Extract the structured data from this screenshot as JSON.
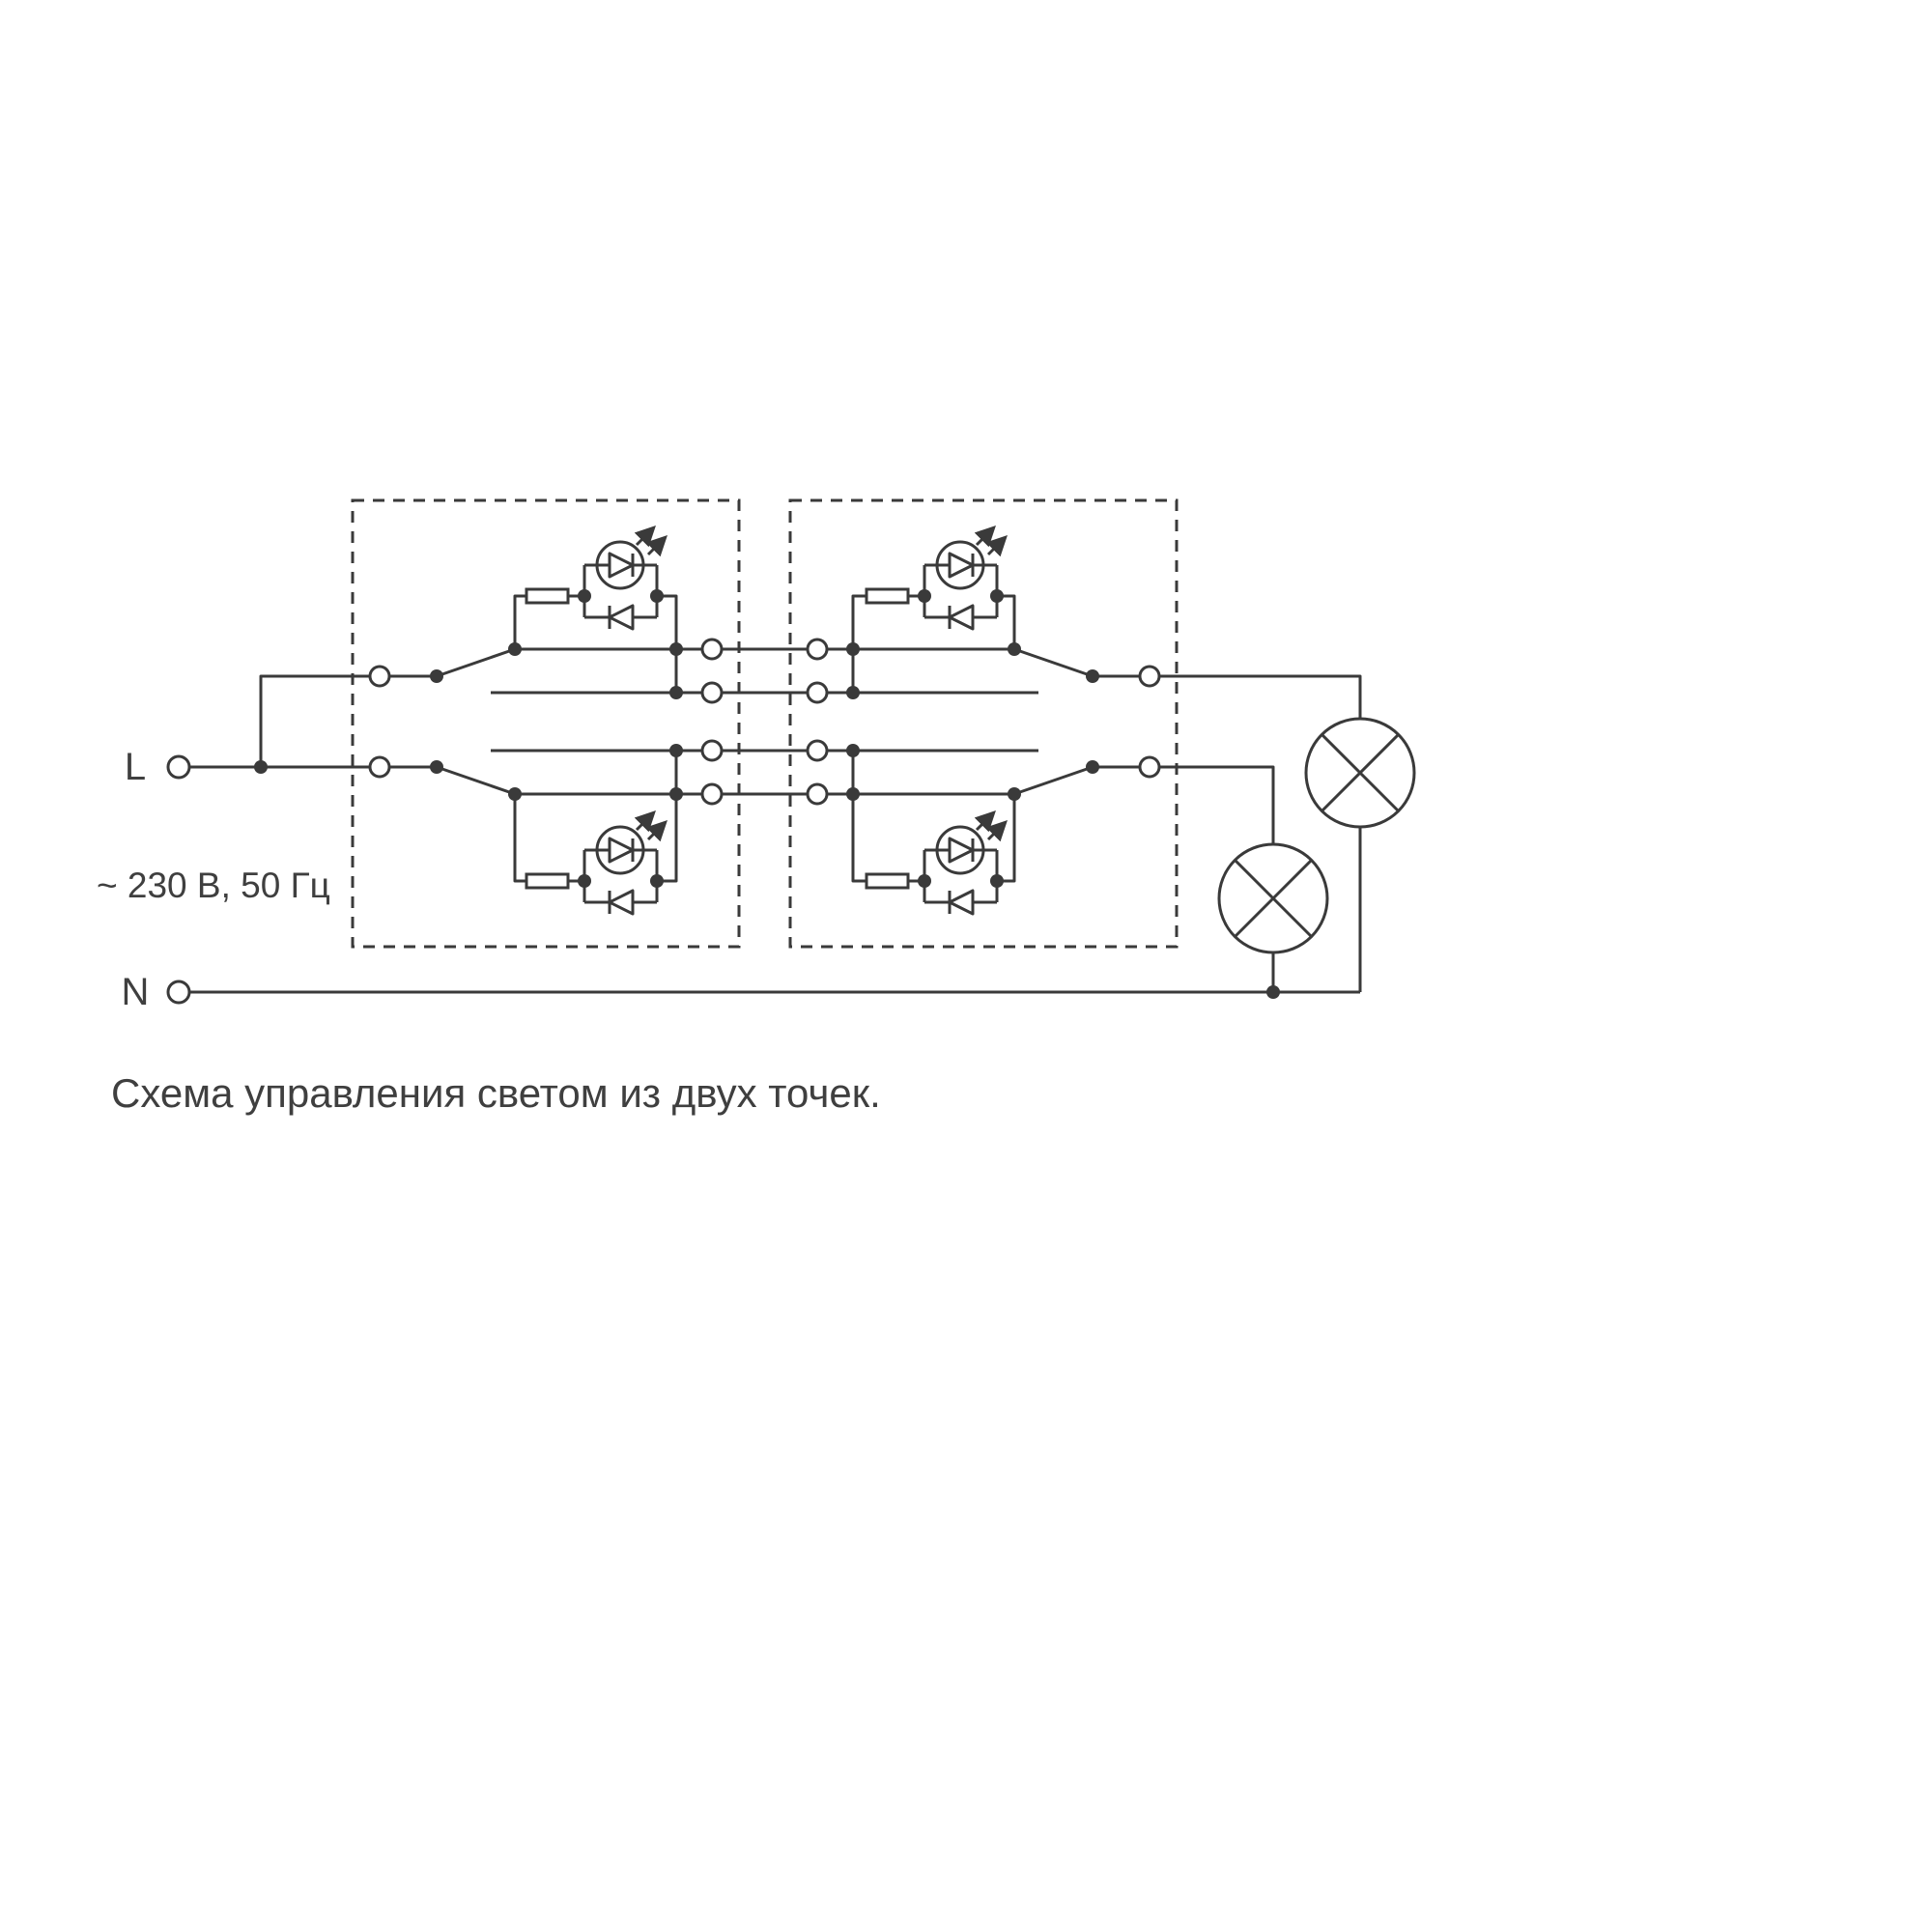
{
  "diagram": {
    "type": "wiring-schematic",
    "caption": "Схема управления светом из двух точек.",
    "labels": {
      "line": "L",
      "neutral": "N",
      "voltage": "~ 230 В, 50 Гц"
    },
    "colors": {
      "stroke": "#3a3a3a",
      "text": "#3f3f3f",
      "background": "#ffffff"
    },
    "components": {
      "switch_units": 2,
      "lamps": 2,
      "led_indicator_modules": 4,
      "supply_terminals": [
        "L",
        "N"
      ]
    }
  }
}
